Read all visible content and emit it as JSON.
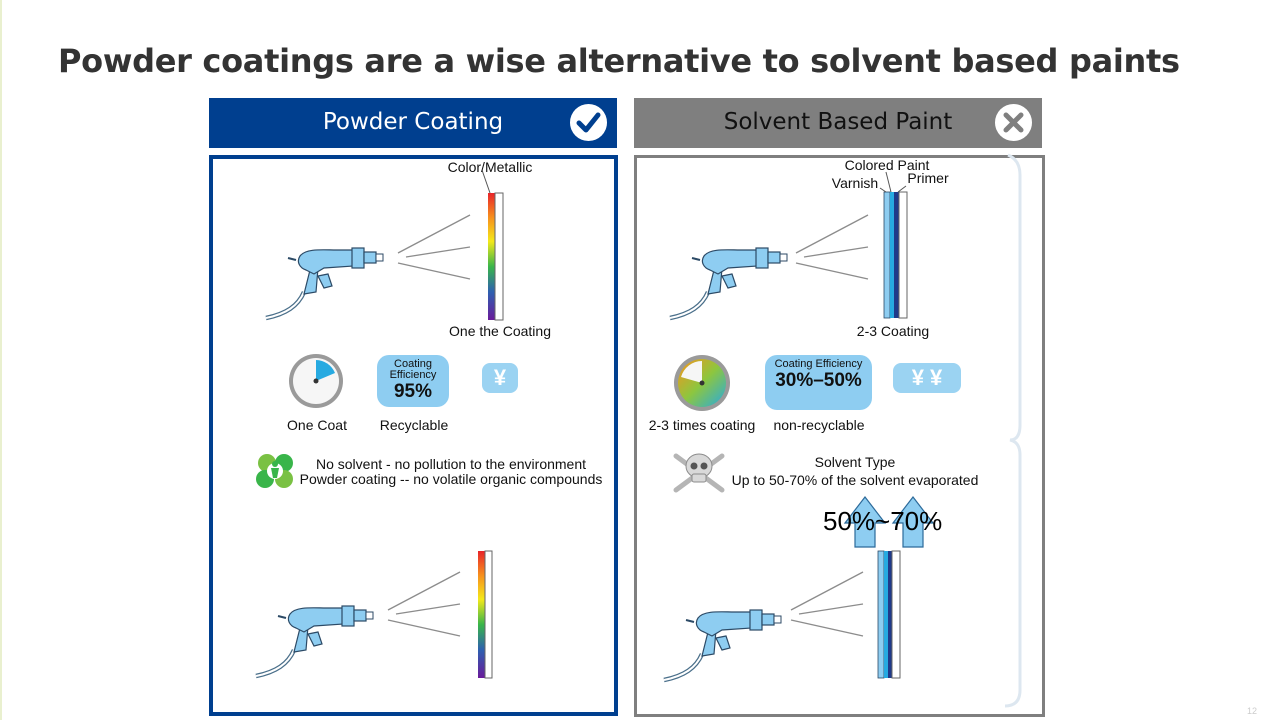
{
  "slide": {
    "title": "Powder coatings are a wise alternative to solvent based paints",
    "page_number": "12"
  },
  "left": {
    "header": "Powder Coating",
    "header_icon": "check-icon",
    "color": "#003f8f",
    "layer_label": "Color/Metallic",
    "coating_label": "One the Coating",
    "clock_label": "One Coat",
    "efficiency_title": "Coating Efficiency",
    "efficiency_value": "95%",
    "efficiency_label": "Recyclable",
    "cost_symbol": "¥",
    "env_line1": "No solvent - no pollution to the environment",
    "env_line2": "Powder coating -- no volatile organic compounds"
  },
  "right": {
    "header": "Solvent Based Paint",
    "header_icon": "close-icon",
    "color": "#7f7f7f",
    "layer_top": "Colored Paint",
    "layer_varnish": "Varnish",
    "layer_primer": "Primer",
    "coating_label": "2-3 Coating",
    "clock_label": "2-3 times coating",
    "efficiency_title": "Coating Efficiency",
    "efficiency_value": "30%–50%",
    "efficiency_label": "non-recyclable",
    "cost_symbol": "¥ ¥",
    "solvent_line1": "Solvent Type",
    "solvent_line2": "Up to 50-70% of the solvent evaporated",
    "evaporation": "50%~70%"
  }
}
